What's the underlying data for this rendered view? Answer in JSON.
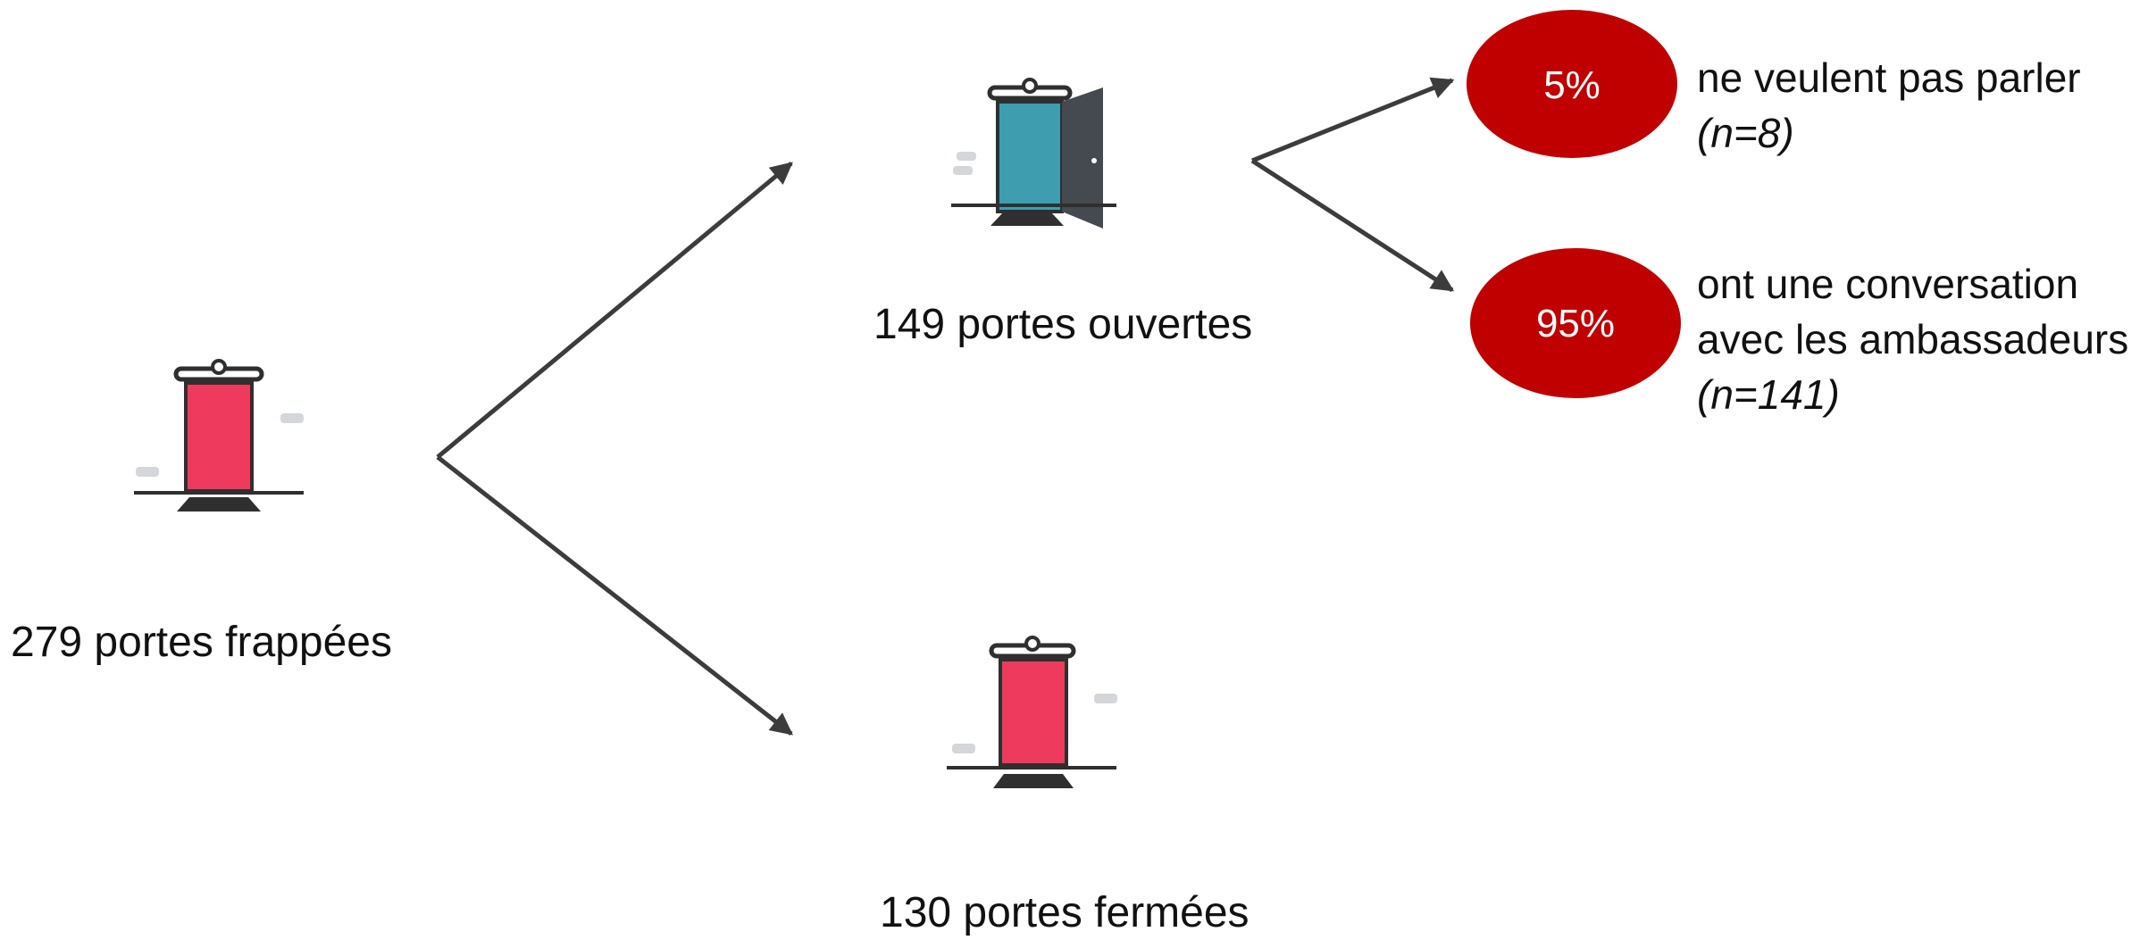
{
  "nodes": {
    "root": {
      "label": "279 portes frappées"
    },
    "open": {
      "label": "149 portes ouvertes"
    },
    "closed": {
      "label": "130 portes fermées"
    }
  },
  "outcomes": [
    {
      "percent": "5%",
      "lines": [
        "ne veulent pas parler"
      ],
      "n": "(n=8)"
    },
    {
      "percent": "95%",
      "lines": [
        "ont une conversation",
        "avec les ambassadeurs"
      ],
      "n": "(n=141)"
    }
  ],
  "colors": {
    "arrow": "#3c3c3c",
    "ellipse": "#c00000",
    "door_red": "#ee3a5d",
    "door_teal": "#3f9db0",
    "door_open_panel": "#454950",
    "frame": "#2f2f2f",
    "dash": "#d4d6da"
  },
  "icons": {
    "root": "closed-door-icon",
    "open": "open-door-icon",
    "closed": "closed-door-icon"
  }
}
